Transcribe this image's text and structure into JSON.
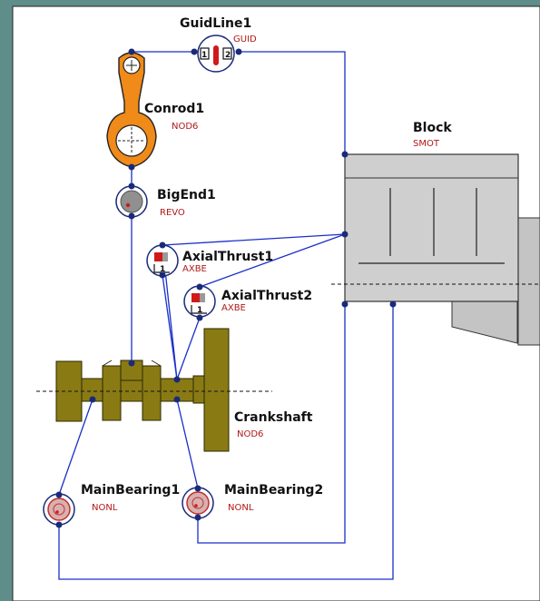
{
  "colors": {
    "canvas": "#ffffff",
    "frame": "#5f8d8a",
    "wire": "#1a2fc8",
    "node": "#1a2a7a",
    "label": "#111111",
    "type": "#b01818",
    "conrod": "#f08a18",
    "crankshaft": "#8a7a14",
    "block": "#cfcfcf"
  },
  "components": {
    "guidline": {
      "name": "GuidLine1",
      "type": "GUID",
      "pin1": "1",
      "pin2": "2"
    },
    "conrod": {
      "name": "Conrod1",
      "type": "NOD6"
    },
    "bigend": {
      "name": "BigEnd1",
      "type": "REVO"
    },
    "axial1": {
      "name": "AxialThrust1",
      "type": "AXBE",
      "marker": "1"
    },
    "axial2": {
      "name": "AxialThrust2",
      "type": "AXBE",
      "marker": "1"
    },
    "block": {
      "name": "Block",
      "type": "SMOT"
    },
    "crankshaft": {
      "name": "Crankshaft",
      "type": "NOD6"
    },
    "mainbearing1": {
      "name": "MainBearing1",
      "type": "NONL"
    },
    "mainbearing2": {
      "name": "MainBearing2",
      "type": "NONL"
    }
  }
}
